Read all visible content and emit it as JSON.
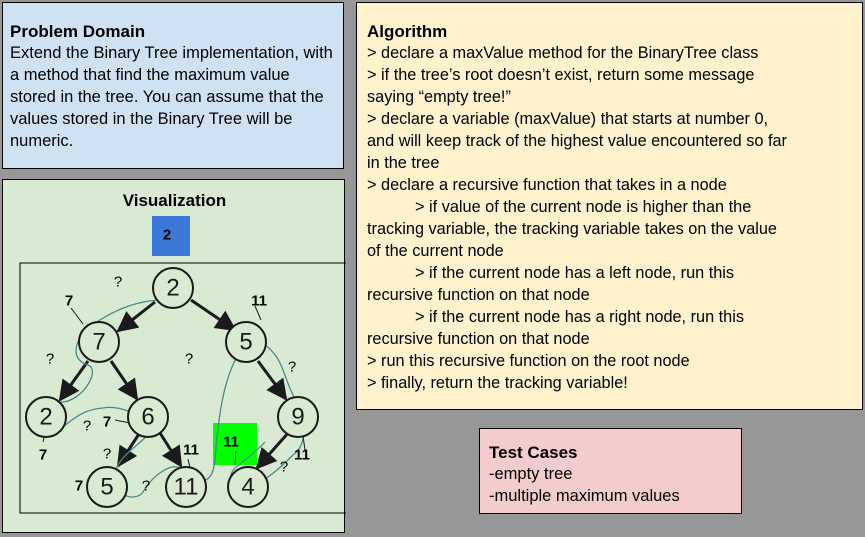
{
  "problem": {
    "title": "Problem Domain",
    "body": "Extend the Binary Tree implementation, with a method that find the maximum value stored in the tree. You can assume that the values stored in the Binary Tree will be numeric."
  },
  "algorithm": {
    "title": "Algorithm",
    "lines": [
      {
        "text": "> declare a maxValue method for the BinaryTree class",
        "indent": false
      },
      {
        "text": "> if the tree’s root doesn’t exist, return some message",
        "indent": false
      },
      {
        "text": "saying “empty tree!”",
        "indent": false
      },
      {
        "text": "> declare a variable (maxValue) that starts at number 0,",
        "indent": false
      },
      {
        "text": "and will keep track of the highest value encountered so far",
        "indent": false
      },
      {
        "text": "in the tree",
        "indent": false
      },
      {
        "text": "> declare a recursive function that takes in a node",
        "indent": false
      },
      {
        "text": "> if value of the current node is higher than the",
        "indent": true
      },
      {
        "text": "tracking variable, the tracking variable takes on the value",
        "indent": false
      },
      {
        "text": "of the current node",
        "indent": false
      },
      {
        "text": "> if the current node has a left node, run this",
        "indent": true
      },
      {
        "text": "recursive function on that node",
        "indent": false
      },
      {
        "text": "> if the current node has a right node, run this",
        "indent": true
      },
      {
        "text": "recursive function on that node",
        "indent": false
      },
      {
        "text": "> run this recursive function on the root node",
        "indent": false
      },
      {
        "text": "> finally, return the tracking variable!",
        "indent": false
      }
    ]
  },
  "tests": {
    "title": "Test Cases",
    "items": [
      "-empty tree",
      "-multiple maximum values"
    ]
  },
  "visualization": {
    "title": "Visualization",
    "start_box": {
      "value": "2",
      "color": "#3c78d8"
    },
    "end_box": {
      "value": "11",
      "color": "#00ff00"
    },
    "nodes": [
      "2",
      "7",
      "5",
      "2",
      "6",
      "9",
      "5",
      "11",
      "4"
    ],
    "annotations": [
      "?",
      "7",
      "11",
      "?",
      "?",
      "?",
      "7",
      "?",
      "7",
      "11",
      "?",
      "?",
      "7",
      "?",
      "?",
      "11"
    ],
    "colors": {
      "trace": "#4a8a8c",
      "node_stroke": "#1a1a1a"
    }
  }
}
